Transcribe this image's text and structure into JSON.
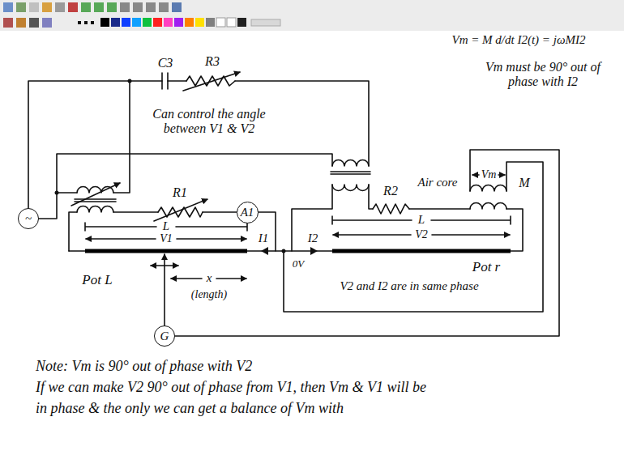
{
  "diagram": {
    "nodes": [
      {
        "text": [
          "~"
        ]
      },
      {
        "text": [
          "A1"
        ]
      },
      {
        "text": [
          "G"
        ]
      }
    ],
    "labels": [
      "Vm = M d/dt I2(t) = jωMI2",
      "C3",
      "R3",
      "Vm must be 90° out of phase with I2",
      "Can control the angle between V1 & V2",
      "Vm",
      "R1",
      "Air core",
      "R2",
      "M",
      "L",
      "I1",
      "I2",
      "L",
      "V1",
      "V2",
      "0V",
      "Pot L",
      "x",
      "(length)",
      "Pot r",
      "V2 and I2 are in same phase",
      "Note: Vm is 90° out of phase with V2",
      "If we can make V2 90° out of phase from V1, then Vm & V1 will be",
      "in phase & the only we can get a balance of Vm with"
    ]
  }
}
